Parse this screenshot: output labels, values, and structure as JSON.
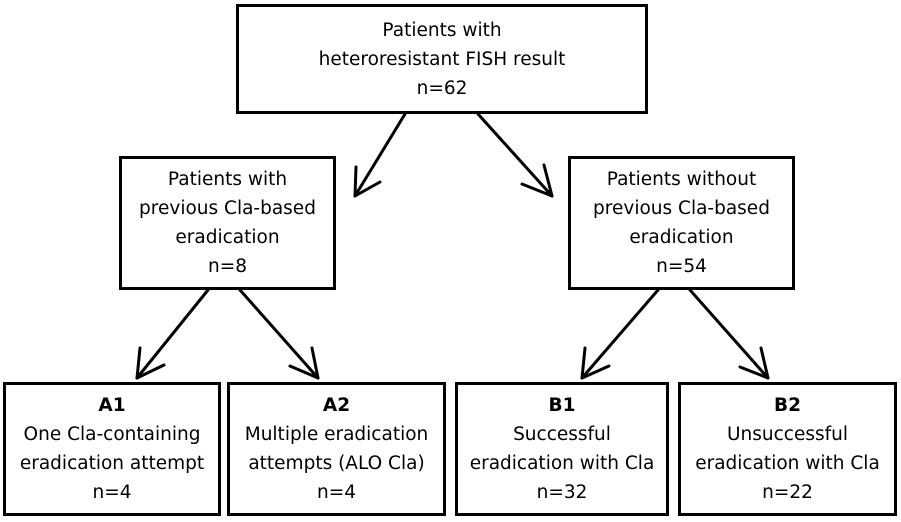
{
  "root": {
    "lines": [
      "Patients with",
      "heteroresistant FISH result",
      "n=62"
    ]
  },
  "mid_left": {
    "lines": [
      "Patients with",
      "previous Cla-based",
      "eradication",
      "n=8"
    ]
  },
  "mid_right": {
    "lines": [
      "Patients without",
      "previous Cla-based",
      "eradication",
      "n=54"
    ]
  },
  "leaves": [
    {
      "code": "A1",
      "lines": [
        "One Cla-containing",
        "eradication attempt"
      ],
      "n": "n=4"
    },
    {
      "code": "A2",
      "lines": [
        "Multiple eradication",
        "attempts (ALO Cla)"
      ],
      "n": "n=4"
    },
    {
      "code": "B1",
      "lines": [
        "Successful",
        "eradication with Cla"
      ],
      "n": "n=32"
    },
    {
      "code": "B2",
      "lines": [
        "Unsuccessful",
        "eradication with Cla"
      ],
      "n": "n=22"
    }
  ]
}
